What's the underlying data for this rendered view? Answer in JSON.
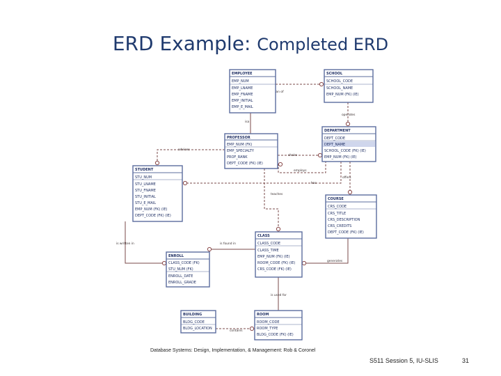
{
  "title": {
    "main": "ERD Example:",
    "sub": "Completed ERD"
  },
  "entities": {
    "employee": {
      "name": "EMPLOYEE",
      "attrs": [
        "EMP_NUM",
        "EMP_LNAME",
        "EMP_FNAME",
        "EMP_INITIAL",
        "EMP_E_MAIL"
      ]
    },
    "school": {
      "name": "SCHOOL",
      "attrs": [
        "SCHOOL_CODE",
        "SCHOOL_NAME",
        "EMP_NUM (FK) (IE)"
      ]
    },
    "professor": {
      "name": "PROFESSOR",
      "attrs": [
        "EMP_NUM (FK)",
        "EMP_SPECIALTY",
        "PROF_RANK",
        "DEPT_CODE (FK) (IE)"
      ]
    },
    "department": {
      "name": "DEPARTMENT",
      "attrs": [
        "DEPT_CODE",
        "DEPT_NAME",
        "SCHOOL_CODE (FK) (IE)",
        "EMP_NUM (FK) (IE)"
      ]
    },
    "student": {
      "name": "STUDENT",
      "attrs": [
        "STU_NUM",
        "STU_LNAME",
        "STU_FNAME",
        "STU_INITIAL",
        "STU_E_MAIL",
        "EMP_NUM (FK) (IE)",
        "DEPT_CODE (FK) (IE)"
      ]
    },
    "course": {
      "name": "COURSE",
      "attrs": [
        "CRS_CODE",
        "CRS_TITLE",
        "CRS_DESCRIPTION",
        "CRS_CREDITS",
        "DEPT_CODE (FK) (IE)"
      ]
    },
    "class": {
      "name": "CLASS",
      "attrs": [
        "CLASS_CODE",
        "CLASS_TIME",
        "EMP_NUM (FK) (IE)",
        "ROOM_CODE (FK) (IE)",
        "CRS_CODE (FK) (IE)"
      ]
    },
    "enroll": {
      "name": "ENROLL",
      "attrs": [
        "CLASS_CODE (FK)",
        "STU_NUM (FK)",
        "ENROLL_DATE",
        "ENROLL_GRADE"
      ]
    },
    "building": {
      "name": "BUILDING",
      "attrs": [
        "BLDG_CODE",
        "BLDG_LOCATION"
      ]
    },
    "room": {
      "name": "ROOM",
      "attrs": [
        "ROOM_CODE",
        "ROOM_TYPE",
        "BLDG_CODE (FK) (IE)"
      ]
    }
  },
  "relationships": {
    "is_dean_of": "is dean of",
    "operates": "operates",
    "isa": "isa",
    "advises": "advises",
    "chairs": "chairs",
    "employs": "employs",
    "has": "has",
    "offers": "offers",
    "teaches": "teaches",
    "is_written_in": "is written in",
    "is_found_in": "is found in",
    "generates": "generates",
    "is_used_for": "is used for",
    "contains": "contains"
  },
  "footer": {
    "citation": "Database Systems: Design, Implementation, & Management: Rob & Coronel",
    "course": "S511 Session 5, IU-SLIS",
    "page": "31"
  },
  "colors": {
    "title": "#1f3a6e",
    "entity_border": "#5b6d9e",
    "relationship": "#7a4a4a"
  }
}
